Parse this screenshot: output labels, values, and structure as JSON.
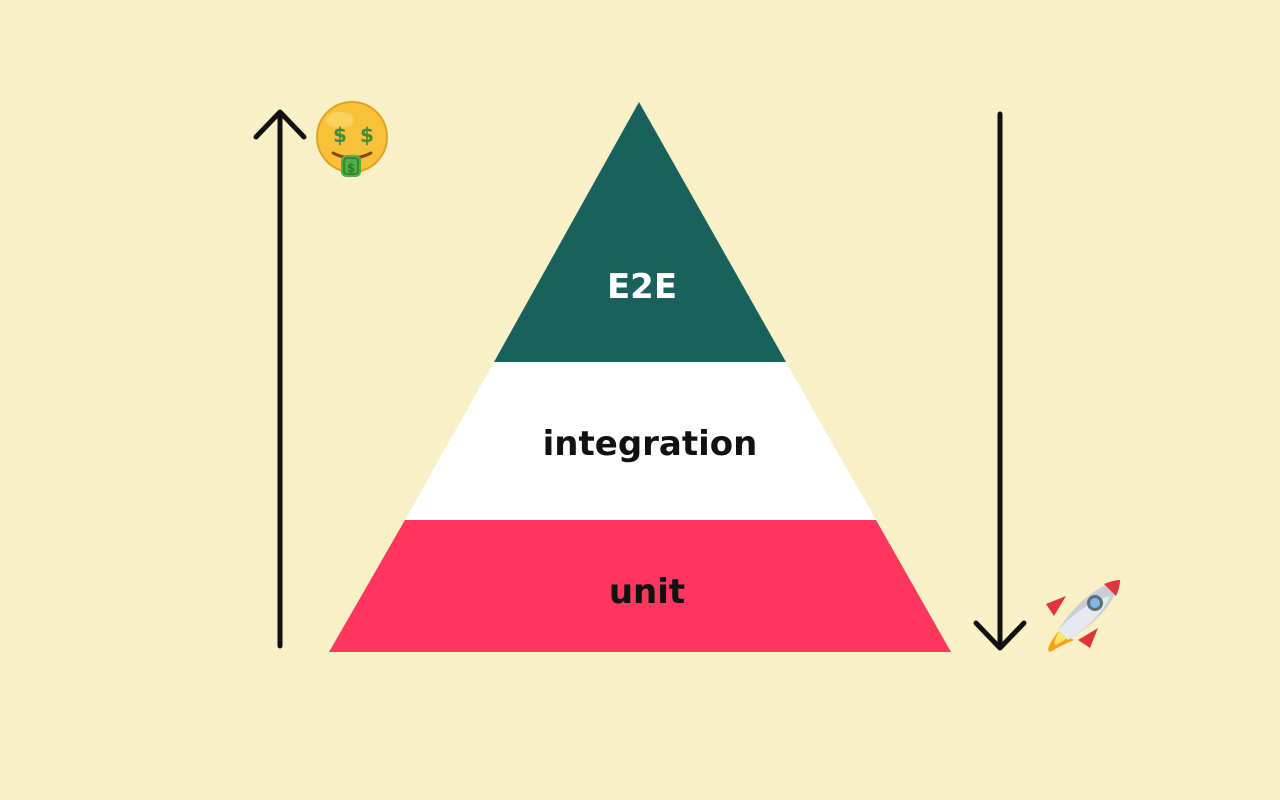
{
  "diagram": {
    "layers": [
      {
        "id": "e2e",
        "label": "E2E",
        "fill": "#1a615e",
        "text_color": "#ffffff"
      },
      {
        "id": "integration",
        "label": "integration",
        "fill": "#ffffff",
        "text_color": "#111111"
      },
      {
        "id": "unit",
        "label": "unit",
        "fill": "#ff365e",
        "text_color": "#111111"
      }
    ],
    "left_arrow": {
      "direction": "up",
      "icon": "money-mouth-face-icon"
    },
    "right_arrow": {
      "direction": "down",
      "icon": "rocket-icon"
    },
    "colors": {
      "background": "#f8f0c6",
      "arrow": "#111111"
    }
  }
}
